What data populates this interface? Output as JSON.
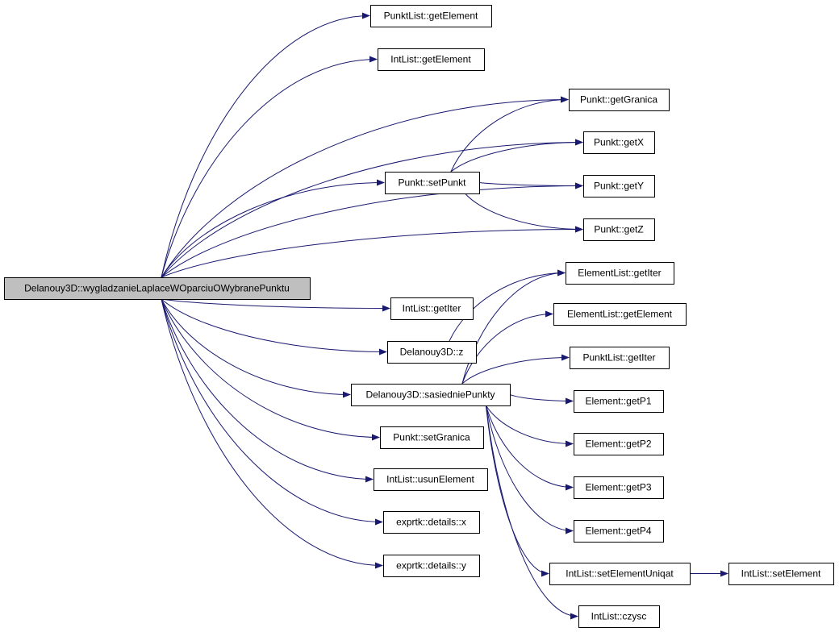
{
  "graph": {
    "edge_color": "#191970",
    "root_fill": "#bfbfbf",
    "nodes": [
      {
        "id": "root",
        "label": "Delanouy3D::wygladzanieLaplaceWOparciuOWybranePunktu",
        "root": true
      },
      {
        "id": "pl_getElement",
        "label": "PunktList::getElement"
      },
      {
        "id": "il_getElement",
        "label": "IntList::getElement"
      },
      {
        "id": "p_getGranica",
        "label": "Punkt::getGranica"
      },
      {
        "id": "p_getX",
        "label": "Punkt::getX"
      },
      {
        "id": "p_setPunkt",
        "label": "Punkt::setPunkt"
      },
      {
        "id": "p_getY",
        "label": "Punkt::getY"
      },
      {
        "id": "p_getZ",
        "label": "Punkt::getZ"
      },
      {
        "id": "el_getIter",
        "label": "ElementList::getIter"
      },
      {
        "id": "el_getElement",
        "label": "ElementList::getElement"
      },
      {
        "id": "il_getIter",
        "label": "IntList::getIter"
      },
      {
        "id": "d_z",
        "label": "Delanouy3D::z"
      },
      {
        "id": "pl_getIter",
        "label": "PunktList::getIter"
      },
      {
        "id": "d_sasiedniePunkty",
        "label": "Delanouy3D::sasiedniePunkty"
      },
      {
        "id": "e_getP1",
        "label": "Element::getP1"
      },
      {
        "id": "p_setGranica",
        "label": "Punkt::setGranica"
      },
      {
        "id": "e_getP2",
        "label": "Element::getP2"
      },
      {
        "id": "il_usunElement",
        "label": "IntList::usunElement"
      },
      {
        "id": "e_getP3",
        "label": "Element::getP3"
      },
      {
        "id": "ex_x",
        "label": "exprtk::details::x"
      },
      {
        "id": "e_getP4",
        "label": "Element::getP4"
      },
      {
        "id": "ex_y",
        "label": "exprtk::details::y"
      },
      {
        "id": "il_setElementUniqat",
        "label": "IntList::setElementUniqat"
      },
      {
        "id": "il_setElement",
        "label": "IntList::setElement"
      },
      {
        "id": "il_czysc",
        "label": "IntList::czysc"
      }
    ],
    "edges": [
      {
        "from": "root",
        "to": "pl_getElement"
      },
      {
        "from": "root",
        "to": "il_getElement"
      },
      {
        "from": "root",
        "to": "p_getGranica"
      },
      {
        "from": "root",
        "to": "p_getX"
      },
      {
        "from": "root",
        "to": "p_setPunkt"
      },
      {
        "from": "root",
        "to": "p_getY"
      },
      {
        "from": "root",
        "to": "p_getZ"
      },
      {
        "from": "root",
        "to": "il_getIter"
      },
      {
        "from": "root",
        "to": "d_z"
      },
      {
        "from": "root",
        "to": "d_sasiedniePunkty"
      },
      {
        "from": "root",
        "to": "p_setGranica"
      },
      {
        "from": "root",
        "to": "il_usunElement"
      },
      {
        "from": "root",
        "to": "ex_x"
      },
      {
        "from": "root",
        "to": "ex_y"
      },
      {
        "from": "p_setPunkt",
        "to": "p_getGranica"
      },
      {
        "from": "p_setPunkt",
        "to": "p_getX"
      },
      {
        "from": "p_setPunkt",
        "to": "p_getY"
      },
      {
        "from": "p_setPunkt",
        "to": "p_getZ"
      },
      {
        "from": "d_z",
        "to": "el_getIter"
      },
      {
        "from": "d_sasiedniePunkty",
        "to": "el_getIter"
      },
      {
        "from": "d_sasiedniePunkty",
        "to": "el_getElement"
      },
      {
        "from": "d_sasiedniePunkty",
        "to": "pl_getIter"
      },
      {
        "from": "d_sasiedniePunkty",
        "to": "e_getP1"
      },
      {
        "from": "d_sasiedniePunkty",
        "to": "e_getP2"
      },
      {
        "from": "d_sasiedniePunkty",
        "to": "e_getP3"
      },
      {
        "from": "d_sasiedniePunkty",
        "to": "e_getP4"
      },
      {
        "from": "d_sasiedniePunkty",
        "to": "il_setElementUniqat"
      },
      {
        "from": "d_sasiedniePunkty",
        "to": "il_czysc"
      },
      {
        "from": "il_setElementUniqat",
        "to": "il_setElement"
      }
    ]
  }
}
